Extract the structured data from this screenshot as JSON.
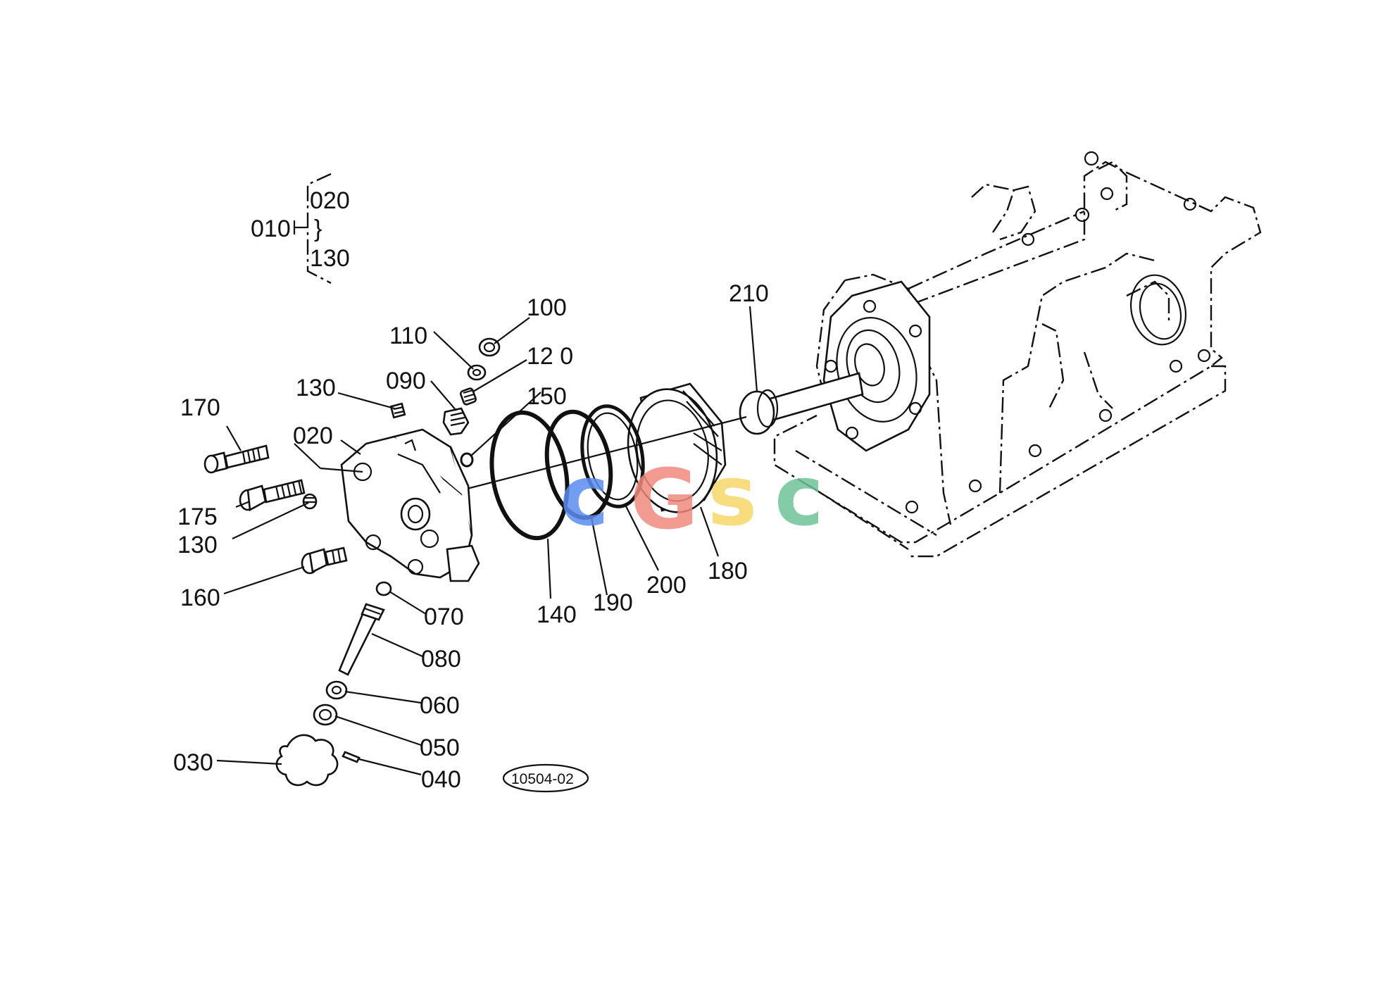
{
  "diagram": {
    "group_label": "010",
    "group_range": {
      "from": "020",
      "to": "130"
    },
    "group_range_glyph": "}",
    "parts": [
      {
        "id": "p100",
        "label": "100"
      },
      {
        "id": "p110",
        "label": "110"
      },
      {
        "id": "p120",
        "label": "12 0"
      },
      {
        "id": "p090",
        "label": "090"
      },
      {
        "id": "p130a",
        "label": "130"
      },
      {
        "id": "p150",
        "label": "150"
      },
      {
        "id": "p170",
        "label": "170"
      },
      {
        "id": "p020",
        "label": "020"
      },
      {
        "id": "p175",
        "label": "175"
      },
      {
        "id": "p130b",
        "label": "130"
      },
      {
        "id": "p160",
        "label": "160"
      },
      {
        "id": "p070",
        "label": "070"
      },
      {
        "id": "p080",
        "label": "080"
      },
      {
        "id": "p060",
        "label": "060"
      },
      {
        "id": "p050",
        "label": "050"
      },
      {
        "id": "p030",
        "label": "030"
      },
      {
        "id": "p040",
        "label": "040"
      },
      {
        "id": "p140",
        "label": "140"
      },
      {
        "id": "p190",
        "label": "190"
      },
      {
        "id": "p200",
        "label": "200"
      },
      {
        "id": "p180",
        "label": "180"
      },
      {
        "id": "p210",
        "label": "210"
      }
    ],
    "figure_code": "10504-02"
  },
  "watermark": {
    "letters": [
      "c",
      "G",
      "s",
      "c"
    ],
    "colors": [
      "#5b8def",
      "#f08a7e",
      "#f7d66a",
      "#6fc39a"
    ]
  },
  "colors": {
    "ink": "#111111",
    "background": "#ffffff"
  }
}
